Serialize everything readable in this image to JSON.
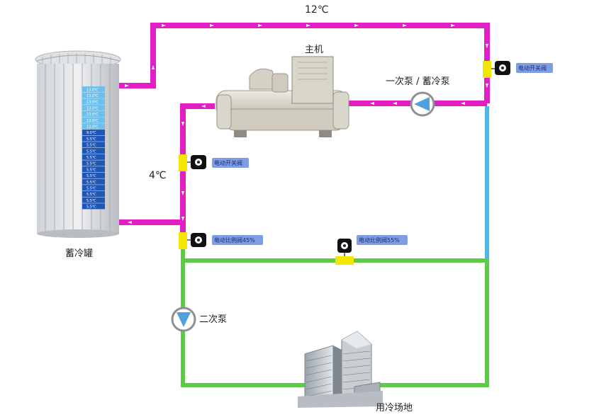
{
  "labels": {
    "temp_top": "12℃",
    "chiller": "主机",
    "primary_pump": "一次泵 / 蓄冷泵",
    "temp_left": "4℃",
    "tank": "蓄冷罐",
    "secondary_pump": "二次泵",
    "load": "用冷场地"
  },
  "valves": {
    "right_onoff": "电动开关阀",
    "left_onoff": "电动开关阀",
    "ratio_45": "电动比例阀45%",
    "ratio_55": "电动比例阀55%"
  },
  "tank_scale": [
    "13.0℃",
    "13.0℃",
    "13.0℃",
    "13.0℃",
    "13.0℃",
    "13.0℃",
    "13.0℃",
    "9.0℃",
    "5.5℃",
    "5.5℃",
    "5.5℃",
    "5.5℃",
    "5.5℃",
    "5.5℃",
    "5.5℃",
    "5.5℃",
    "5.5℃",
    "5.5℃",
    "5.5℃",
    "5.5℃"
  ],
  "colors": {
    "warm_pipe": "#e21fc4",
    "return_pipe": "#4fb6e8",
    "supply_pipe": "#5ccc44",
    "valve_body": "#f3e600",
    "label_box": "#7f9de2",
    "tank_warm": "#6cc0ee",
    "tank_cold": "#1f57b8"
  }
}
